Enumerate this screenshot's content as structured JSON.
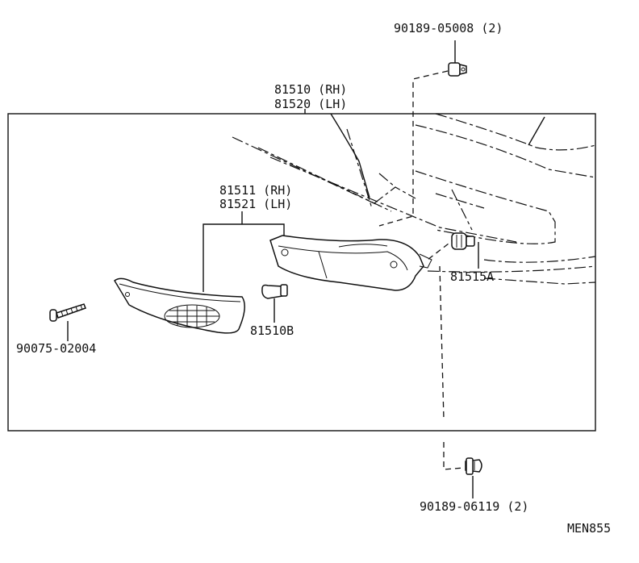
{
  "labels": {
    "clip_top": "90189-05008 (2)",
    "lamp_assy_rh": "81510 (RH)",
    "lamp_assy_lh": "81520 (LH)",
    "lens_rh": "81511 (RH)",
    "lens_lh": "81521 (LH)",
    "socket": "81515A",
    "bulb": "81510B",
    "screw": "90075-02004",
    "clip_bottom": "90189-06119 (2)",
    "diagram_code": "MEN855"
  }
}
